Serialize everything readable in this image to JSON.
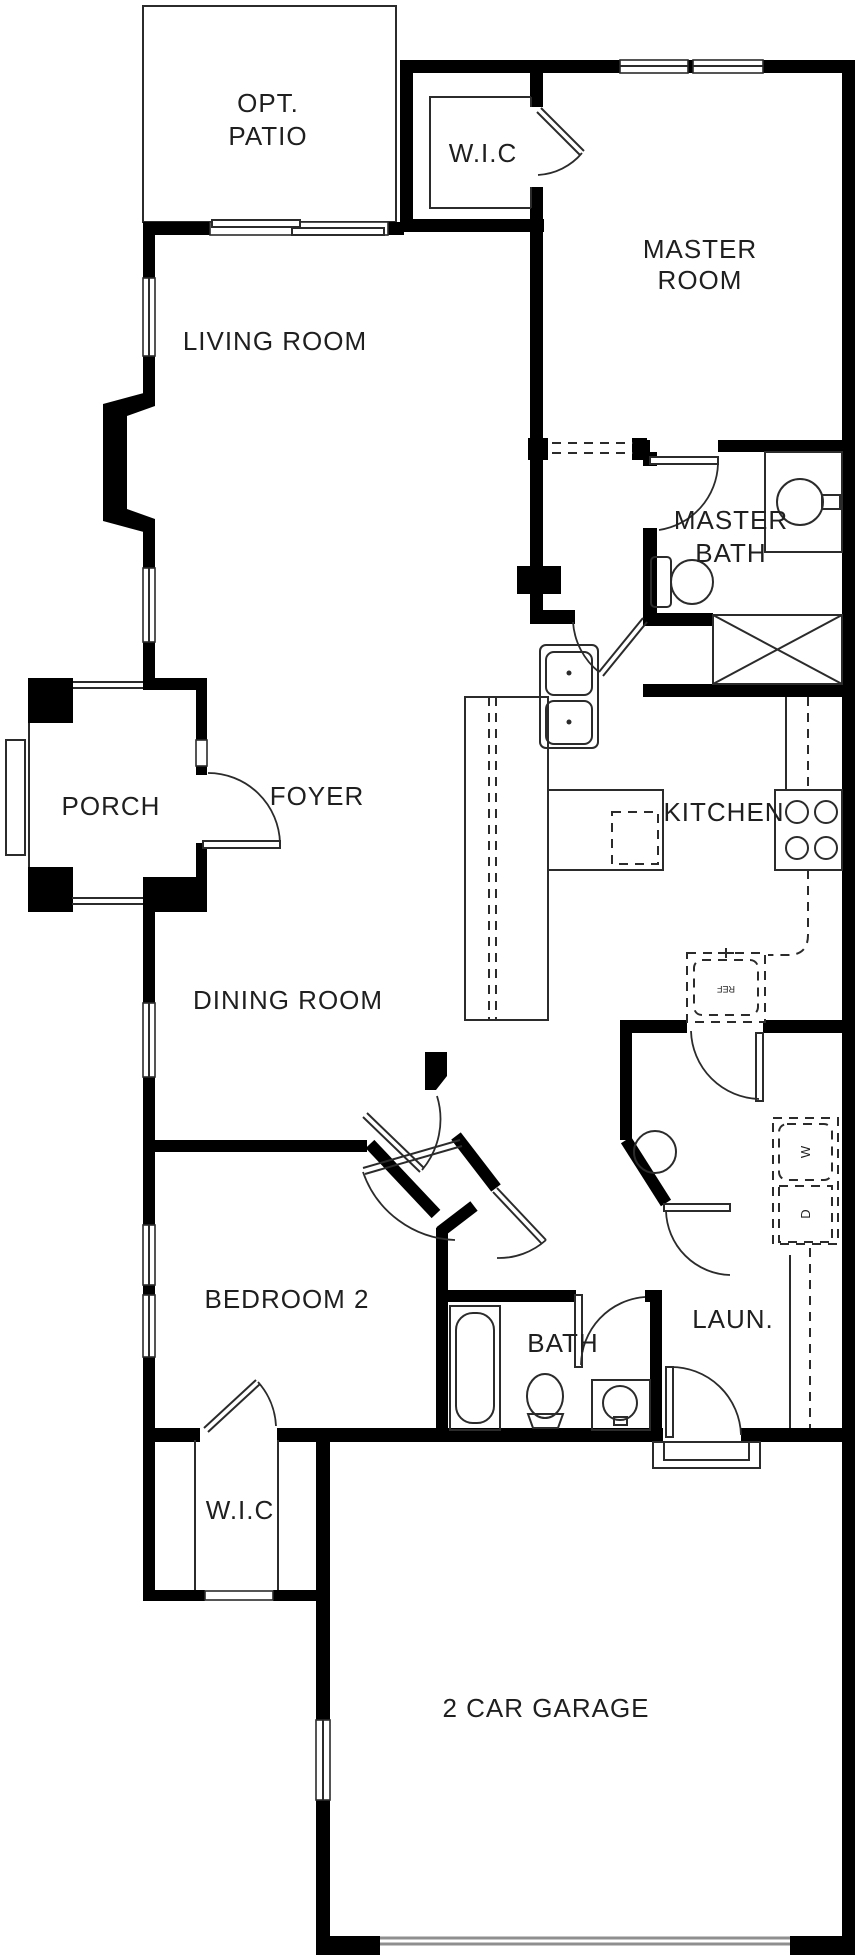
{
  "title": "Floor plan",
  "colors": {
    "wall": "#000000",
    "line": "#2b2b2b",
    "label": "#1f1f1f",
    "garage_door": "#8f8f8f",
    "background": "#ffffff"
  },
  "rooms": {
    "opt_patio_line1": "OPT.",
    "opt_patio_line2": "PATIO",
    "wic_master": "W.I.C",
    "master_room_line1": "MASTER",
    "master_room_line2": "ROOM",
    "living_room": "LIVING ROOM",
    "master_bath_line1": "MASTER",
    "master_bath_line2": "BATH",
    "porch": "PORCH",
    "foyer": "FOYER",
    "kitchen": "KITCHEN",
    "dining_room": "DINING ROOM",
    "bedroom2": "BEDROOM 2",
    "bath": "BATH",
    "laundry": "LAUN.",
    "wic_bedroom2": "W.I.C",
    "garage": "2 CAR GARAGE"
  },
  "appliances": {
    "washer": "W",
    "dryer": "D",
    "refrigerator": "REF"
  },
  "fixtures": [
    "master-bath-sink",
    "master-bath-toilet",
    "shower",
    "kitchen-sink",
    "stove",
    "refrigerator",
    "dishwasher",
    "water-heater",
    "washer",
    "dryer",
    "bathtub",
    "bath-toilet",
    "bath-sink",
    "fireplace",
    "sliding-door",
    "front-door",
    "garage-door"
  ]
}
